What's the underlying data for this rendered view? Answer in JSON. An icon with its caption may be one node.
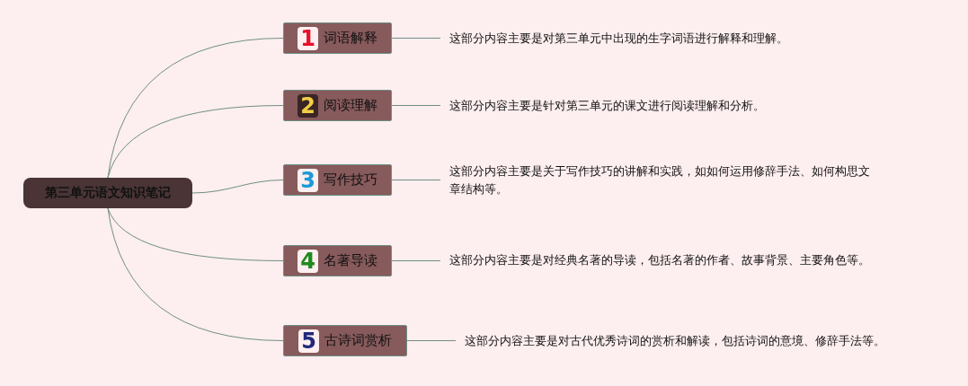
{
  "diagram": {
    "nodes": [
      {
        "text": [
          "第三单元语文知识笔记"
        ]
      },
      {
        "text": [
          "1",
          "词语解释"
        ]
      },
      {
        "text": [
          "2",
          "阅读理解"
        ]
      },
      {
        "text": [
          "3",
          "写作技巧"
        ]
      },
      {
        "text": [
          "4",
          "名著导读"
        ]
      },
      {
        "text": [
          "5",
          "古诗词赏析"
        ]
      },
      {
        "text": [
          "这部分内容主要是对第三单元中出现的生字词语进行解释和理解。"
        ]
      },
      {
        "text": [
          "这部分内容主要是针对第三单元的课文进行阅读理解和分析。"
        ]
      },
      {
        "text": [
          "这部分内容主要是关于写作技巧的讲解和实践，如如何运用修辞手法、如何构思文章结构等。"
        ]
      },
      {
        "text": [
          "这部分内容主要是对经典名著的导读，包括名著的作者、故事背景、主要角色等。"
        ]
      },
      {
        "text": [
          "这部分内容主要是对古代优秀诗词的赏析和解读，包括诗词的意境、修辞手法等。"
        ]
      }
    ],
    "edges": [
      {
        "from": 0,
        "to": 1,
        "arrow": "none"
      },
      {
        "from": 0,
        "to": 2,
        "arrow": "none"
      },
      {
        "from": 0,
        "to": 3,
        "arrow": "none"
      },
      {
        "from": 0,
        "to": 4,
        "arrow": "none"
      },
      {
        "from": 0,
        "to": 5,
        "arrow": "none"
      },
      {
        "from": 1,
        "to": 6,
        "arrow": "none"
      },
      {
        "from": 2,
        "to": 7,
        "arrow": "none"
      },
      {
        "from": 3,
        "to": 8,
        "arrow": "none"
      },
      {
        "from": 4,
        "to": 9,
        "arrow": "none"
      },
      {
        "from": 5,
        "to": 10,
        "arrow": "none"
      }
    ]
  }
}
